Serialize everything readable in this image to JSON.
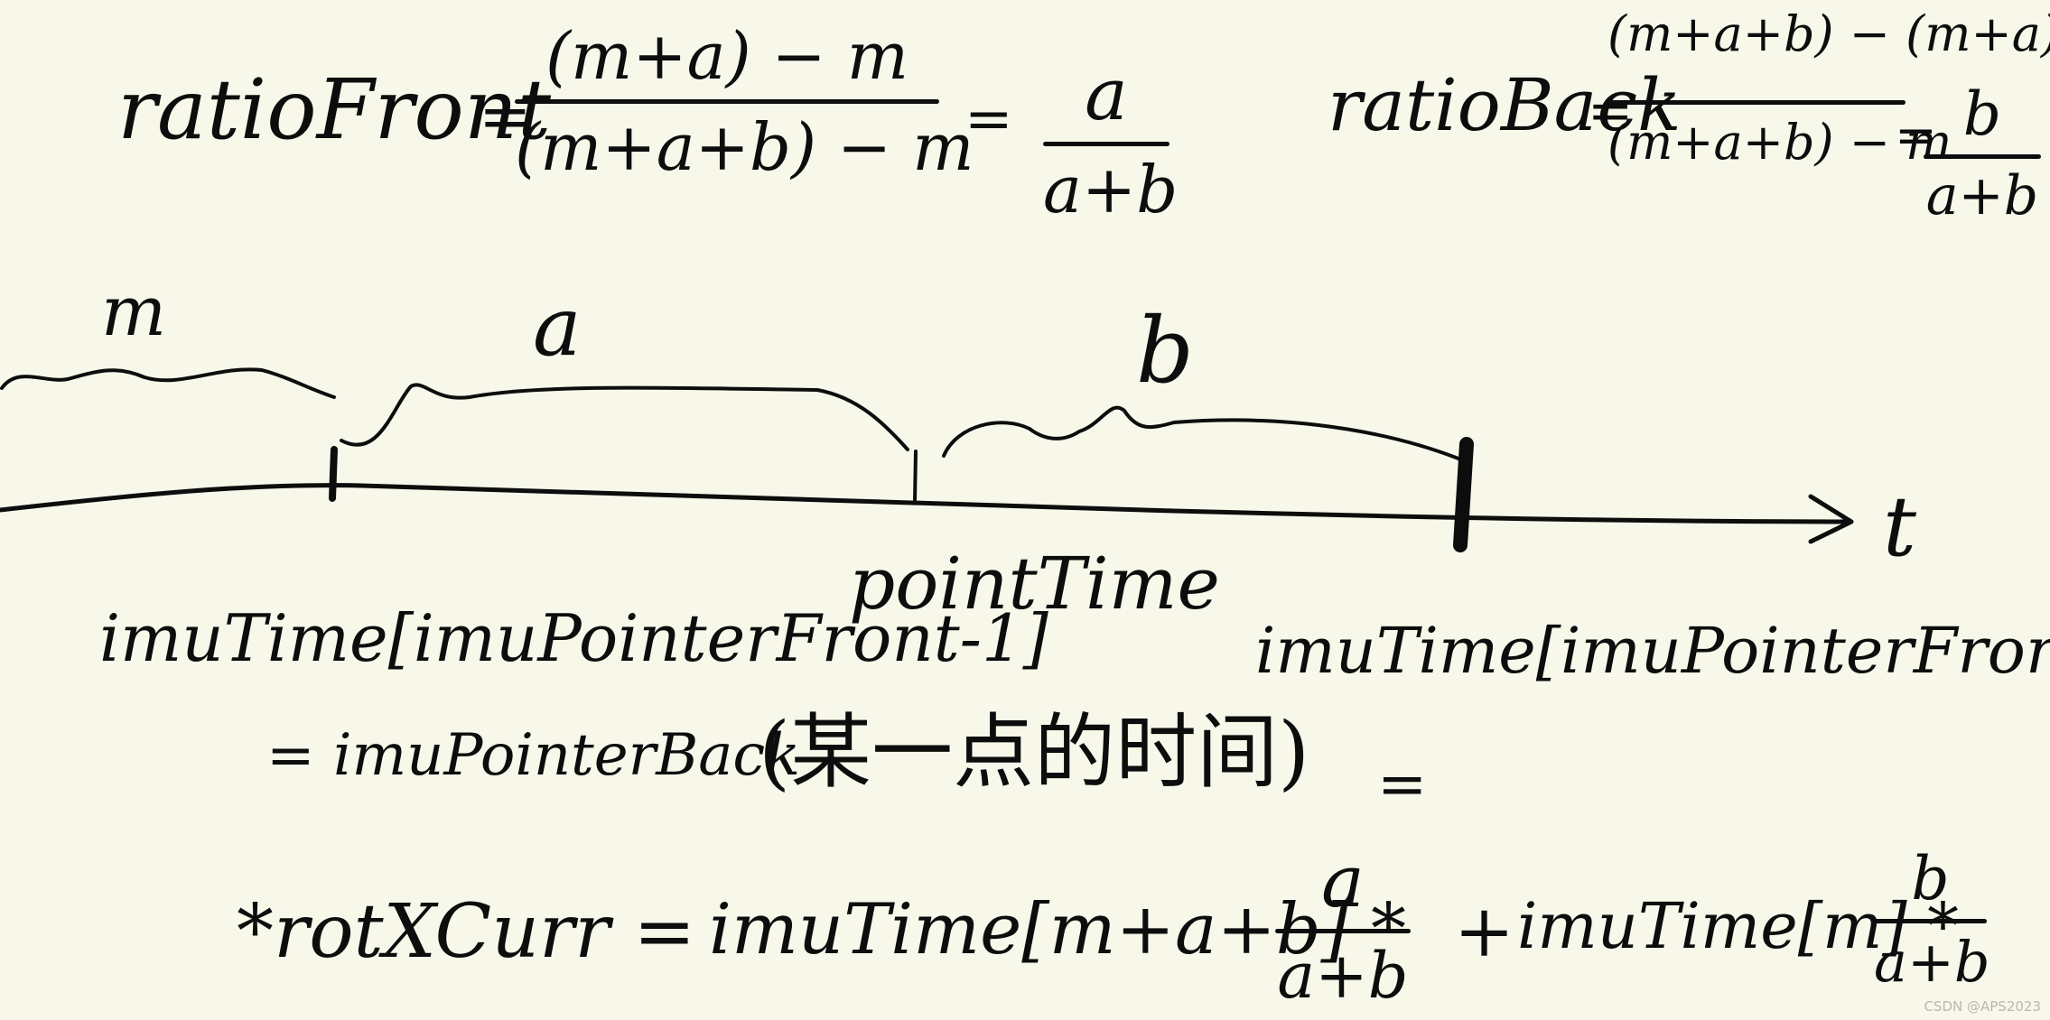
{
  "ratio_front": {
    "label": "ratioFront",
    "eq1": "=",
    "numerator": "(m+a) − m",
    "denominator": "(m+a+b) − m",
    "eq2": "=",
    "result_num": "a",
    "result_den": "a+b"
  },
  "ratio_back": {
    "label": "ratioBack",
    "eq1": "=",
    "numerator": "(m+a+b) − (m+a)",
    "denominator": "(m+a+b) − m",
    "eq2": "=",
    "result_num": "b",
    "result_den": "a+b"
  },
  "timeline": {
    "seg_m": "m",
    "seg_a": "a",
    "seg_b": "b",
    "axis_label": "t"
  },
  "annotations": {
    "left_time": "imuTime[imuPointerFront-1]",
    "left_eq": "= imuPointerBack",
    "point_time": "pointTime",
    "point_note": "(某一点的时间)",
    "right_time": "imuTime[imuPointerFront]",
    "right_eq": "="
  },
  "formula": {
    "lhs": "*rotXCurr =",
    "term1": "imuTime[m+a+b] *",
    "frac1_num": "a",
    "frac1_den": "a+b",
    "plus": "+",
    "term2": "imuTime[m] *",
    "frac2_num": "b",
    "frac2_den": "a+b"
  },
  "watermark": "CSDN @APS2023",
  "colors": {
    "ink": "#0d0d0d",
    "paper": "#f7f7ea"
  }
}
